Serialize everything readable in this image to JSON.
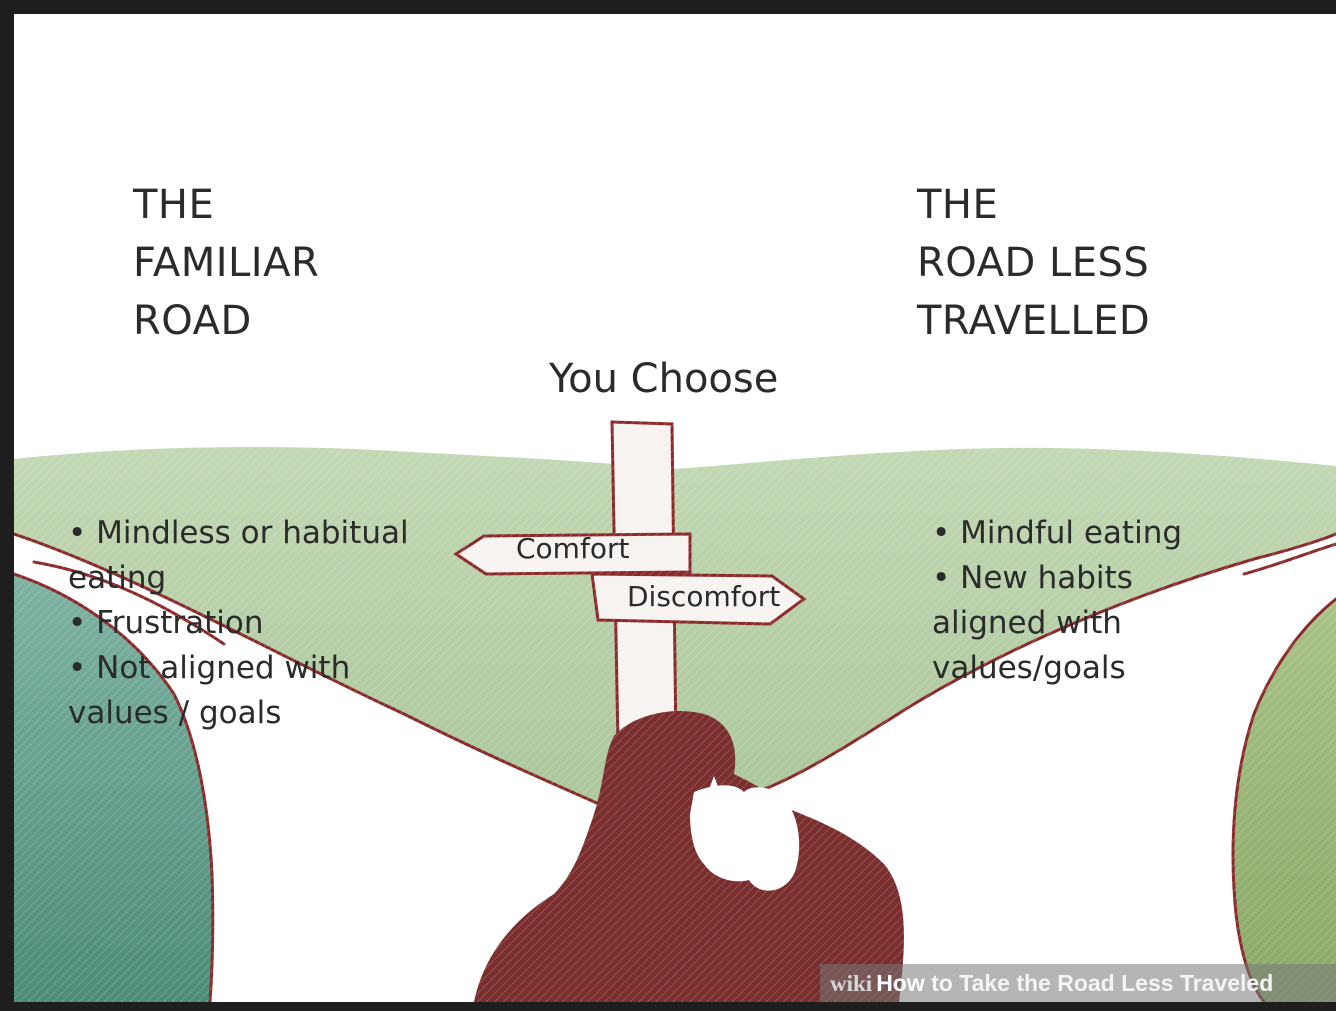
{
  "left_heading": [
    "THE",
    "FAMILIAR",
    "ROAD"
  ],
  "right_heading": [
    "THE",
    "ROAD LESS",
    "TRAVELLED"
  ],
  "center_title": "You Choose",
  "signpost": {
    "upper_sign": "Comfort",
    "lower_sign": "Discomfort"
  },
  "left_bullets": [
    "• Mindless or habitual",
    "eating",
    "• Frustration",
    "• Not aligned with",
    "values / goals"
  ],
  "right_bullets": [
    "• Mindful eating",
    "• New habits",
    "aligned with",
    "values/goals"
  ],
  "watermark": {
    "brand": "wiki",
    "emphasis": "How",
    "rest": " to Take the Road Less Traveled"
  },
  "colors": {
    "frame": "#1e1e1e",
    "hills": "#a9c79a",
    "road_outline": "#8b2a2a",
    "figure": "#7a2e2e",
    "left_slope": "#5d9c8c",
    "text": "#2b2b2b"
  },
  "icons": [
    "signpost-icon",
    "thinking-person-figure"
  ]
}
